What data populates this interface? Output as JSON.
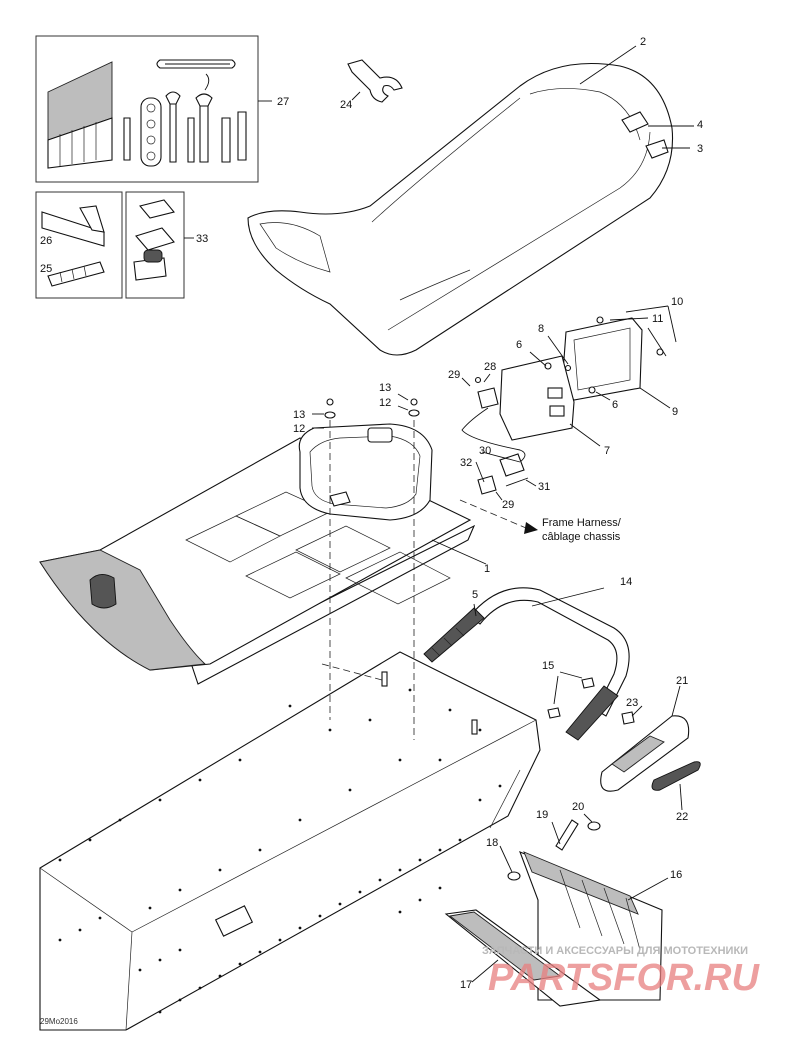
{
  "diagram": {
    "callouts": [
      {
        "id": "c2",
        "label": "2"
      },
      {
        "id": "c4",
        "label": "4"
      },
      {
        "id": "c3",
        "label": "3"
      },
      {
        "id": "c24",
        "label": "24"
      },
      {
        "id": "c27",
        "label": "27"
      },
      {
        "id": "c26",
        "label": "26"
      },
      {
        "id": "c25",
        "label": "25"
      },
      {
        "id": "c33",
        "label": "33"
      },
      {
        "id": "c10",
        "label": "10"
      },
      {
        "id": "c11",
        "label": "11"
      },
      {
        "id": "c8",
        "label": "8"
      },
      {
        "id": "c6a",
        "label": "6"
      },
      {
        "id": "c6b",
        "label": "6"
      },
      {
        "id": "c9",
        "label": "9"
      },
      {
        "id": "c28",
        "label": "28"
      },
      {
        "id": "c29a",
        "label": "29"
      },
      {
        "id": "c29b",
        "label": "29"
      },
      {
        "id": "c13a",
        "label": "13"
      },
      {
        "id": "c13b",
        "label": "13"
      },
      {
        "id": "c12a",
        "label": "12"
      },
      {
        "id": "c12b",
        "label": "12"
      },
      {
        "id": "c7",
        "label": "7"
      },
      {
        "id": "c30",
        "label": "30"
      },
      {
        "id": "c32",
        "label": "32"
      },
      {
        "id": "c31",
        "label": "31"
      },
      {
        "id": "c1",
        "label": "1"
      },
      {
        "id": "c14",
        "label": "14"
      },
      {
        "id": "c5",
        "label": "5"
      },
      {
        "id": "c15",
        "label": "15"
      },
      {
        "id": "c21",
        "label": "21"
      },
      {
        "id": "c23",
        "label": "23"
      },
      {
        "id": "c22",
        "label": "22"
      },
      {
        "id": "c19",
        "label": "19"
      },
      {
        "id": "c20",
        "label": "20"
      },
      {
        "id": "c18",
        "label": "18"
      },
      {
        "id": "c16",
        "label": "16"
      },
      {
        "id": "c17",
        "label": "17"
      }
    ],
    "frame_harness_line1": "Frame Harness/",
    "frame_harness_line2": "câblage chassis",
    "drawing_code": "29Mo2016"
  },
  "watermark": {
    "subtitle": "ЗАПЧАСТИ И АКСЕССУАРЫ ДЛЯ МОТОТЕХНИКИ",
    "brand": "PARTSFOR.RU",
    "color": "#e88080"
  }
}
